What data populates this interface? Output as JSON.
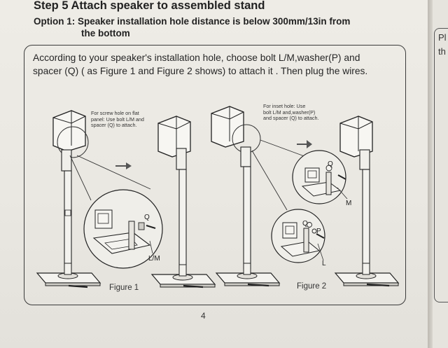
{
  "heading": {
    "step_title": "Step 5 Attach speaker to assembled stand",
    "option_line1": "Option 1: Speaker installation hole distance is below 300mm/13in from",
    "option_line2": "the bottom"
  },
  "instruction": {
    "line1": "According to your speaker's installation hole, choose bolt L/M,washer(P) and",
    "line2": "spacer (Q) ( as Figure 1 and Figure 2 shows) to attach it . Then plug the wires."
  },
  "figure1": {
    "callout_lines": [
      "For screw hole on flat",
      "panel: Use bolt L/M and",
      "spacer (Q) to attach."
    ],
    "label": "Figure 1",
    "parts": {
      "q": "Q",
      "lm": "L/M"
    }
  },
  "figure2": {
    "callout_lines": [
      "For inset hole: Use",
      "bolt L/M and,washer(P)",
      "and spacer (Q) to attach."
    ],
    "label": "Figure 2",
    "parts": {
      "q_top": "Q",
      "m": "M",
      "q_bottom": "Q",
      "p": "P",
      "l": "L"
    }
  },
  "page_number": "4",
  "next_page_fragments": [
    "Pl",
    "th"
  ]
}
